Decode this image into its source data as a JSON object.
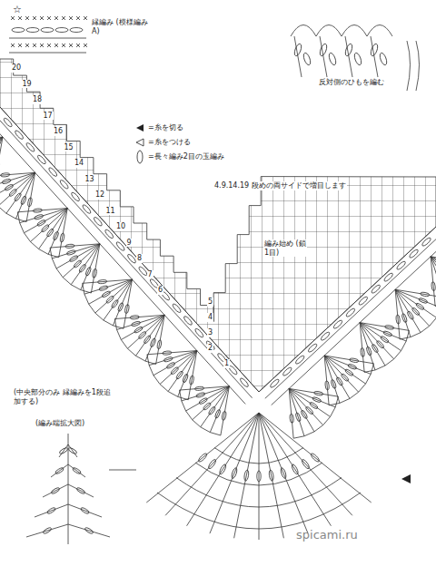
{
  "diagram": {
    "labels": [
      "☆",
      "縁編み (模様編み A)",
      "20",
      "19",
      "18",
      "17",
      "16",
      "15",
      "14",
      "13",
      "12",
      "11",
      "10",
      "9",
      "8",
      "7",
      "6",
      "5",
      "4",
      "3",
      "2",
      "1",
      "4.9.14.19 段めの両サイドで増目します",
      "編み始め (鎖1目)",
      "反対側のひもを編む",
      "(中央部分のみ 縁編みを1段追加する)",
      "(編み端拡大図)",
      "spicami.ru"
    ],
    "legend": [
      {
        "text": "=糸を切る"
      },
      {
        "text": "=糸をつける"
      },
      {
        "text": "=長々編み2目の玉編み"
      }
    ]
  }
}
